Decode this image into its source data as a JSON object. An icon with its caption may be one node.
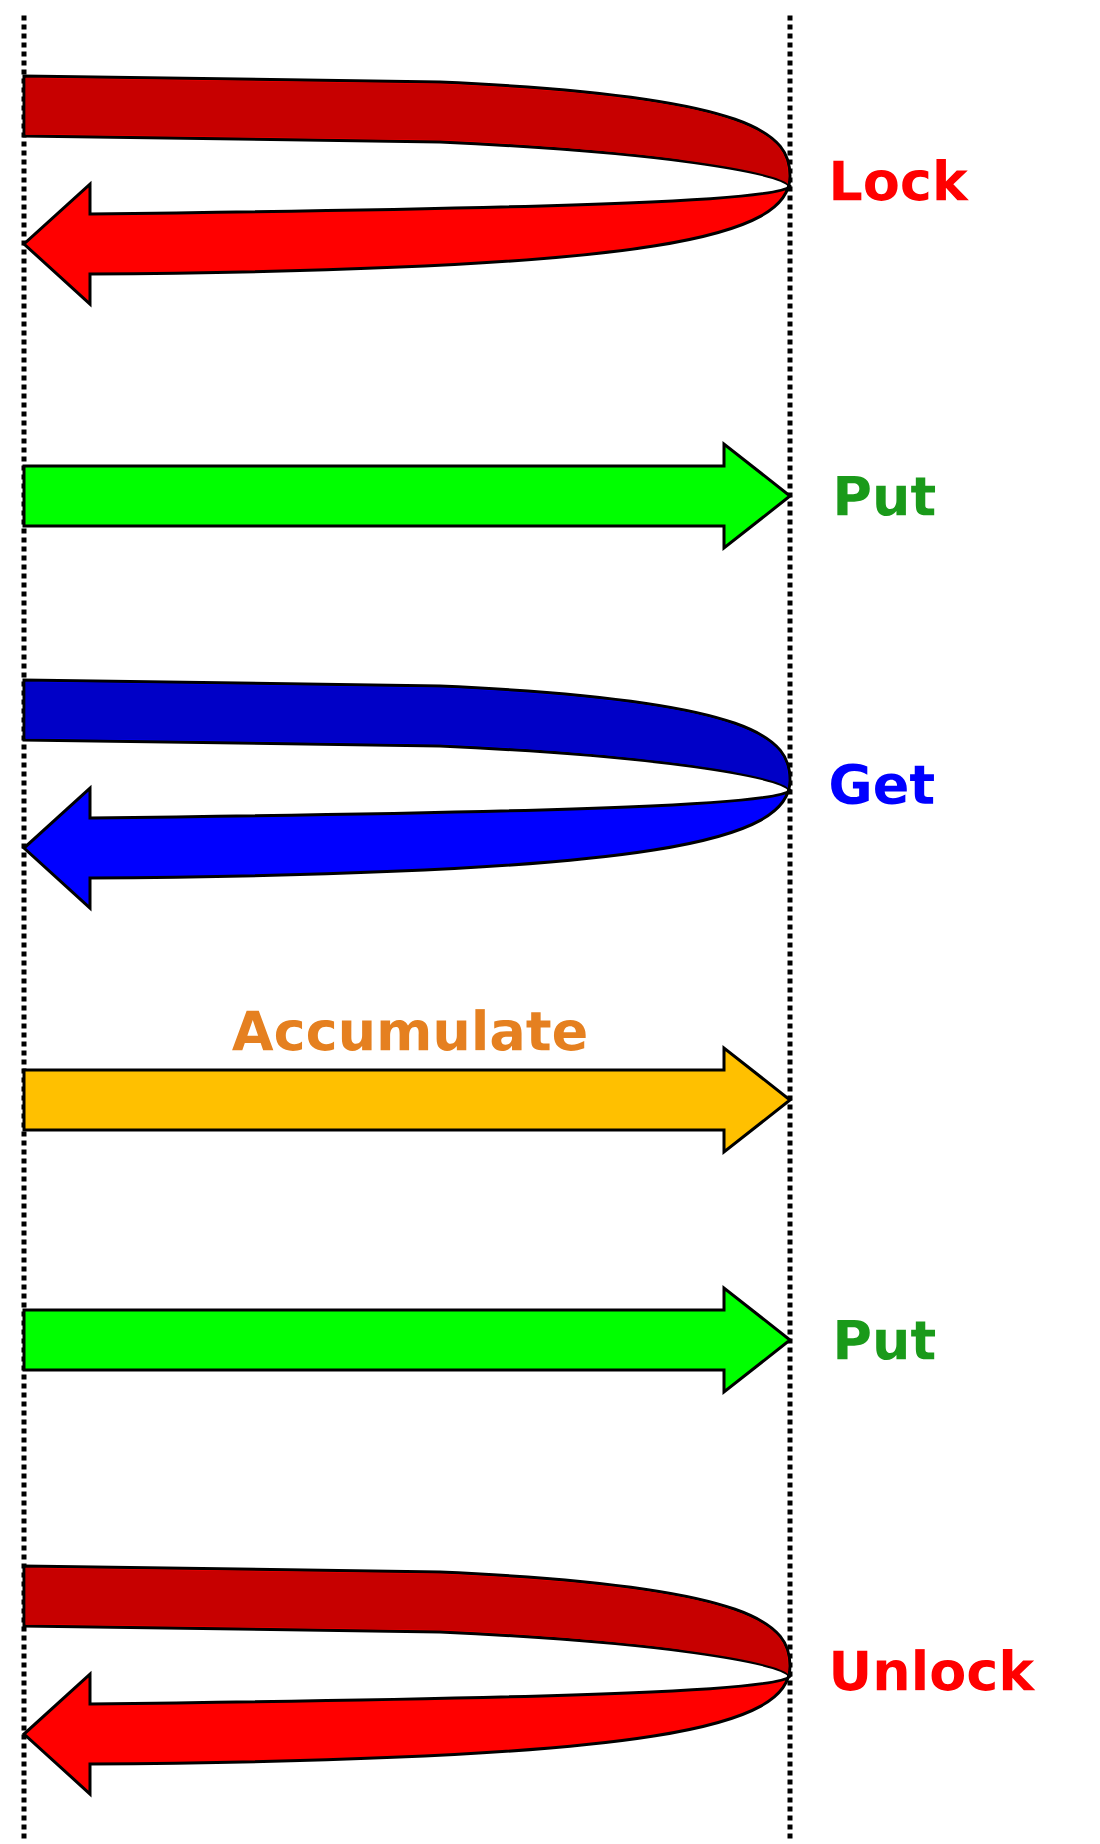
{
  "diagram": {
    "nodes": [
      {
        "text": [],
        "shape": "bar"
      },
      {
        "text": [],
        "shape": "bar"
      }
    ],
    "edges": [
      {
        "from": 1,
        "to": 0,
        "arrow": "to",
        "color": "#ff0000"
      },
      {
        "from": 0,
        "to": 1,
        "arrow": "to",
        "color": "#00ff00"
      },
      {
        "from": 1,
        "to": 0,
        "arrow": "to",
        "color": "#0000ff"
      },
      {
        "from": 0,
        "to": 1,
        "arrow": "to",
        "label": "Accumulate",
        "color": "#ffc000"
      },
      {
        "from": 0,
        "to": 1,
        "arrow": "to",
        "color": "#00ff00"
      },
      {
        "from": 1,
        "to": 0,
        "arrow": "to",
        "color": "#ff0000"
      }
    ],
    "labels": [
      "Lock",
      "Put",
      "Get",
      "Put",
      "Unlock"
    ]
  }
}
